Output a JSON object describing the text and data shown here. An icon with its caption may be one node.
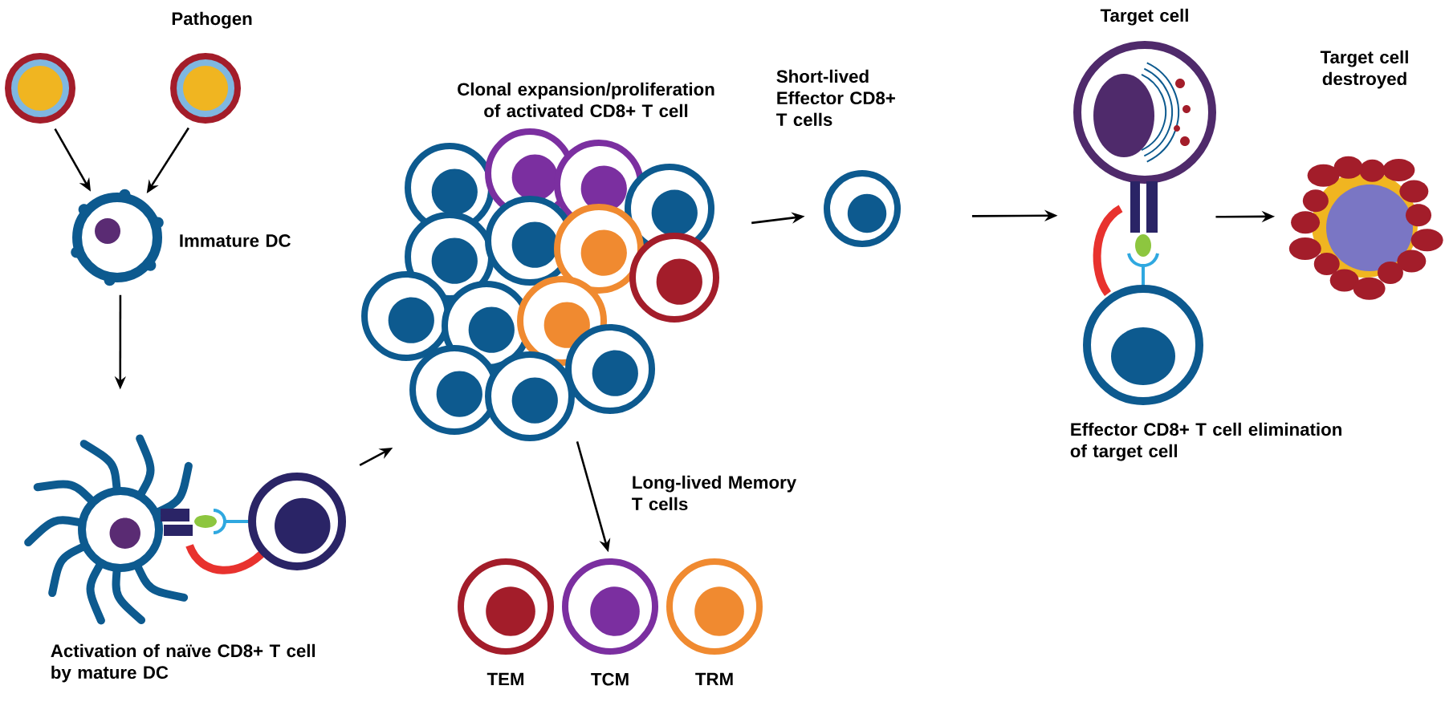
{
  "diagram": {
    "nodes": [
      {
        "text": [],
        "shape": "circle"
      },
      {
        "text": [],
        "shape": "circle"
      },
      {
        "text": [],
        "shape": "circle",
        "beside": [
          "Immature DC"
        ]
      },
      {
        "text": [],
        "shape": "picture",
        "beside": [
          "Activation of naïve CD8+ T cell by mature DC"
        ]
      },
      {
        "text": [],
        "shape": "picture",
        "beside": [
          "Clonal expansion/proliferation of activated CD8+ T cell"
        ]
      },
      {
        "text": [],
        "shape": "circle",
        "beside": [
          "Short-lived Effector CD8+ T cells"
        ]
      },
      {
        "text": [],
        "shape": "picture",
        "beside": [
          "Target cell",
          "Effector CD8+ T cell elimination of target cell"
        ]
      },
      {
        "text": [],
        "shape": "picture",
        "beside": [
          "Target cell destroyed"
        ]
      },
      {
        "text": [],
        "shape": "circle",
        "beside": [
          "TEM"
        ]
      },
      {
        "text": [],
        "shape": "circle",
        "beside": [
          "TCM"
        ]
      },
      {
        "text": [],
        "shape": "circle",
        "beside": [
          "TRM"
        ]
      }
    ],
    "edges": [
      {
        "from": 0,
        "to": 2,
        "arrow": "to"
      },
      {
        "from": 1,
        "to": 2,
        "arrow": "to"
      },
      {
        "from": 2,
        "to": 3,
        "arrow": "to"
      },
      {
        "from": 3,
        "to": 4,
        "arrow": "to"
      },
      {
        "from": 4,
        "to": 5,
        "arrow": "to"
      },
      {
        "from": 5,
        "to": 6,
        "arrow": "to"
      },
      {
        "from": 6,
        "to": 7,
        "arrow": "to"
      },
      {
        "from": 4,
        "to": 9,
        "arrow": "to",
        "label": "Long-lived Memory T cells"
      }
    ],
    "labels": [
      "Pathogen"
    ]
  }
}
